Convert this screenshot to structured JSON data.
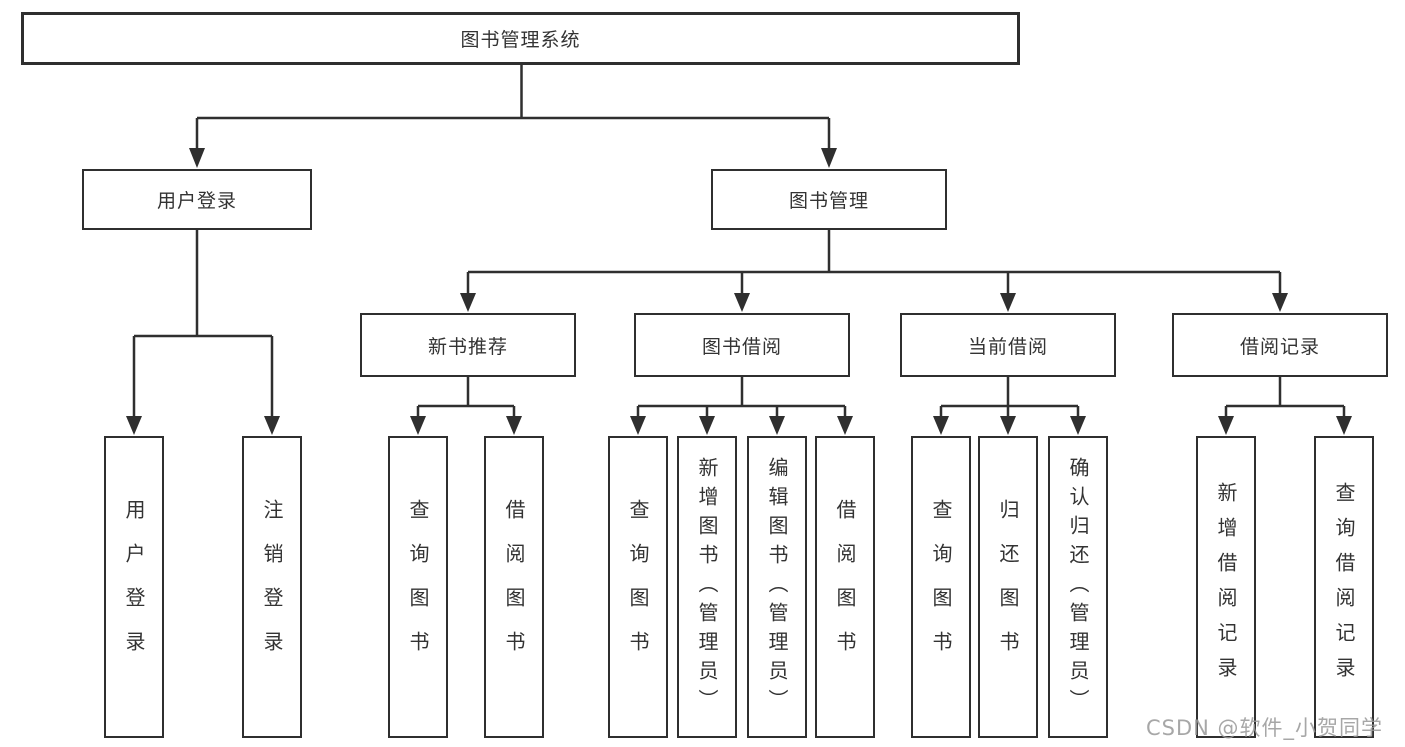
{
  "tree": {
    "label": "图书管理系统",
    "children": [
      {
        "label": "用户登录",
        "children": [
          {
            "label": "用户登录"
          },
          {
            "label": "注销登录"
          }
        ]
      },
      {
        "label": "图书管理",
        "children": [
          {
            "label": "新书推荐",
            "children": [
              {
                "label": "查询图书"
              },
              {
                "label": "借阅图书"
              }
            ]
          },
          {
            "label": "图书借阅",
            "children": [
              {
                "label": "查询图书"
              },
              {
                "label": "新增图书（管理员）"
              },
              {
                "label": "编辑图书（管理员）"
              },
              {
                "label": "借阅图书"
              }
            ]
          },
          {
            "label": "当前借阅",
            "children": [
              {
                "label": "查询图书"
              },
              {
                "label": "归还图书"
              },
              {
                "label": "确认归还（管理员）"
              }
            ]
          },
          {
            "label": "借阅记录",
            "children": [
              {
                "label": "新增借阅记录"
              },
              {
                "label": "查询借阅记录"
              }
            ]
          }
        ]
      }
    ]
  },
  "watermark": {
    "text": "CSDN @软件_小贺同学"
  },
  "colors": {
    "line": "#2f2f2f",
    "text": "#333333",
    "background": "#ffffff",
    "watermark": "#989898"
  }
}
